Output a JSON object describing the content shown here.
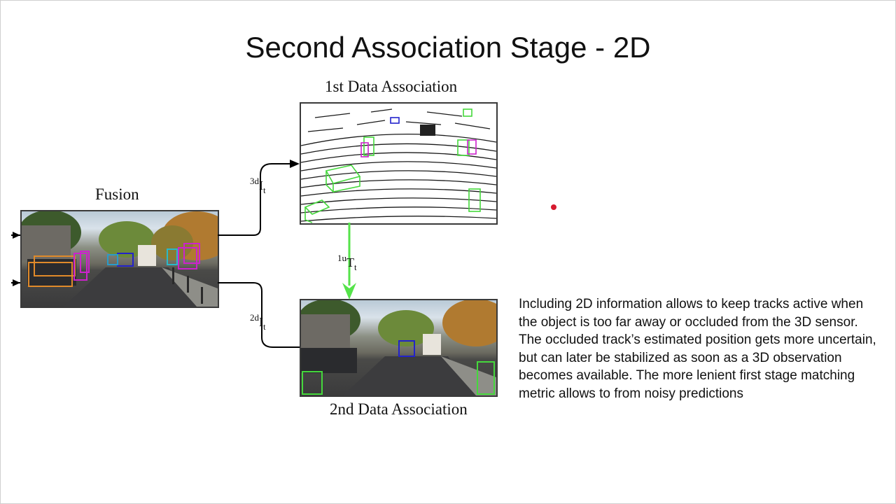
{
  "slide": {
    "title": "Second Association Stage - 2D"
  },
  "diagram": {
    "fusion_label": "Fusion",
    "first_assoc_label": "1st Data Association",
    "second_assoc_label": "2nd Data Association",
    "sym_3d": {
      "sup": "3d",
      "main": "I",
      "sub": "t"
    },
    "sym_2d": {
      "sup": "2d",
      "main": "I",
      "sub": "t"
    },
    "sym_1u": {
      "sup": "1u",
      "main": "T",
      "sub": "t"
    },
    "colors": {
      "arrow": "#000000",
      "track_arrow": "#55e34a",
      "box_green": "#45d83c",
      "box_blue": "#2222cc",
      "box_magenta": "#cc22cc",
      "box_orange": "#e08a2a",
      "box_cyan": "#2ab8c8",
      "pointer": "#d61a2f"
    }
  },
  "description": {
    "paragraph_1": "Including 2D information allows to keep tracks active when the object is too far away or occluded from the 3D sensor.",
    "paragraph_2": "The occluded track’s estimated position gets more uncertain, but can later be stabilized as soon as a 3D observation becomes available. The more lenient first stage matching metric allows to from noisy predictions"
  }
}
